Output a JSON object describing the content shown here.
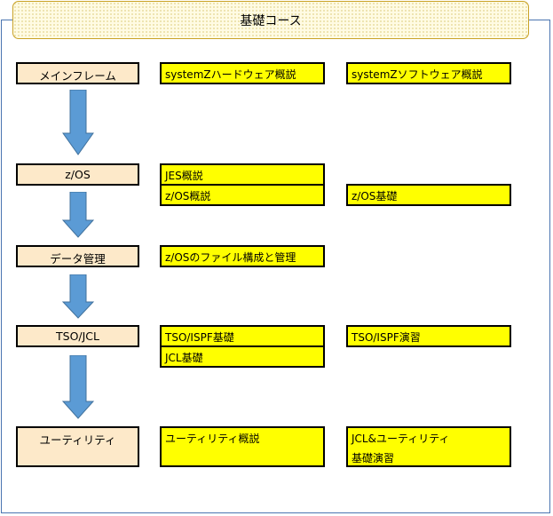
{
  "title": "基礎コース",
  "stages": [
    {
      "label": "メインフレーム",
      "col1": [
        "systemZハードウェア概説"
      ],
      "col2": [
        "systemZソフトウェア概説"
      ]
    },
    {
      "label": "z/OS",
      "col1": [
        "JES概説",
        "z/OS概説"
      ],
      "col2": [
        "z/OS基礎"
      ]
    },
    {
      "label": "データ管理",
      "col1": [
        "z/OSのファイル構成と管理"
      ],
      "col2": []
    },
    {
      "label": "TSO/JCL",
      "col1": [
        "TSO/ISPF基礎",
        "JCL基礎"
      ],
      "col2": [
        "TSO/ISPF演習"
      ]
    },
    {
      "label": "ユーティリティ",
      "col1": [
        "ユーティリティ概説"
      ],
      "col2": [
        "JCL&ユーティリティ",
        "基礎演習"
      ]
    }
  ],
  "colors": {
    "stage_fill": "#fde9c9",
    "course_fill": "#ffff00",
    "arrow_fill": "#5b9bd5",
    "frame_border": "#4a74b0"
  },
  "icons": {
    "flow_arrow": "down-arrow-icon"
  }
}
